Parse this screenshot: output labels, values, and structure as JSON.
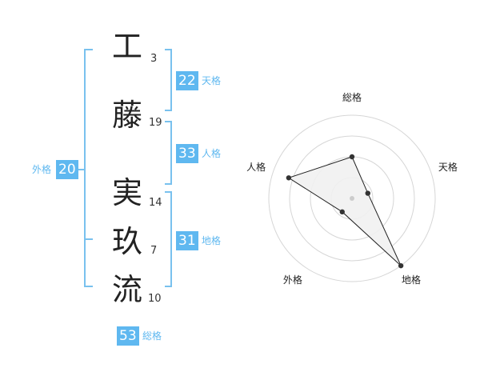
{
  "name": {
    "chars": [
      {
        "char": "工",
        "strokes": "3"
      },
      {
        "char": "藤",
        "strokes": "19"
      },
      {
        "char": "実",
        "strokes": "14"
      },
      {
        "char": "玖",
        "strokes": "7"
      },
      {
        "char": "流",
        "strokes": "10"
      }
    ]
  },
  "fortunes": {
    "tenkaku": {
      "label": "天格",
      "value": "22"
    },
    "jinkaku": {
      "label": "人格",
      "value": "33"
    },
    "chikaku": {
      "label": "地格",
      "value": "31"
    },
    "gaikaku": {
      "label": "外格",
      "value": "20"
    },
    "soukaku": {
      "label": "総格",
      "value": "53"
    }
  },
  "colors": {
    "accent": "#5fb8f0",
    "bracket": "#79c1ee"
  },
  "chart_data": {
    "type": "radar",
    "axes": [
      "総格",
      "天格",
      "地格",
      "外格",
      "人格"
    ],
    "values": [
      0.5,
      0.2,
      1.0,
      0.2,
      0.8
    ],
    "rings": 4,
    "range": [
      0,
      1
    ]
  }
}
